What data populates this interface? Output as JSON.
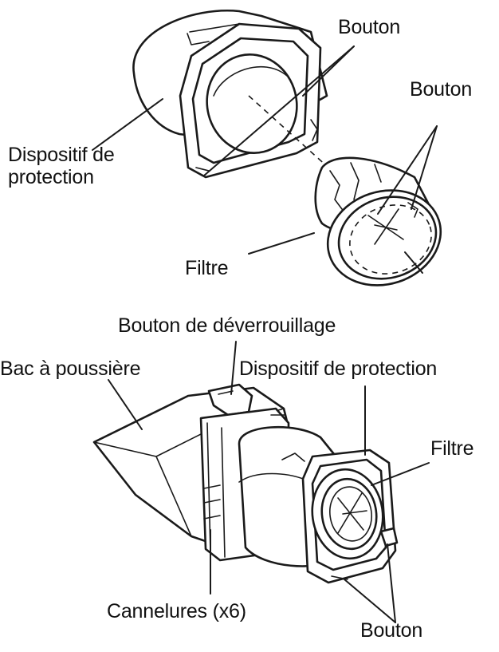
{
  "top": {
    "labels": {
      "dispositif": "Dispositif de\nprotection",
      "bouton_1": "Bouton",
      "bouton_2": "Bouton",
      "filtre": "Filtre"
    }
  },
  "bottom": {
    "labels": {
      "deverrouillage": "Bouton de déverrouillage",
      "bac": "Bac à poussière",
      "dispositif": "Dispositif de protection",
      "filtre": "Filtre",
      "cannelures": "Cannelures (x6)",
      "bouton": "Bouton"
    }
  },
  "colors": {
    "line": "#1a1a1a",
    "background": "#ffffff"
  }
}
